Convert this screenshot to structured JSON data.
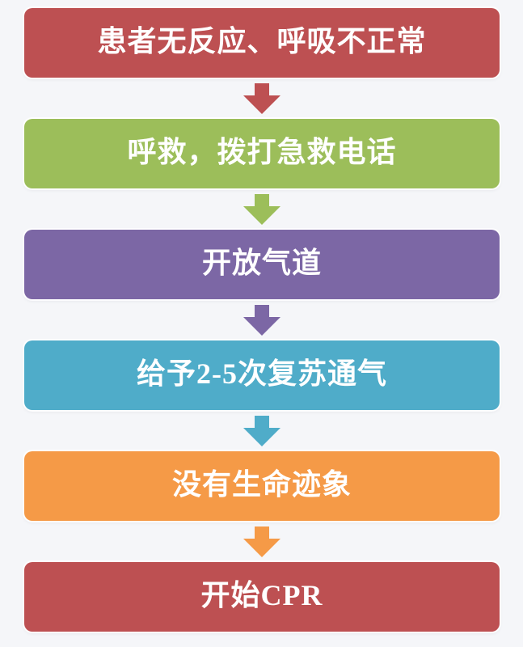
{
  "diagram": {
    "type": "flowchart",
    "title": "CPR steps flowchart",
    "direction": "top-down",
    "text_color": "#FFFFFF",
    "background_color": "#F5F6F9",
    "steps": [
      {
        "label": "患者无反应、呼吸不正常",
        "color": "#BD5052"
      },
      {
        "label": "呼救，拨打急救电话",
        "color": "#9CBE5A"
      },
      {
        "label": "开放气道",
        "color": "#7C67A5"
      },
      {
        "label": "给予2-5次复苏通气",
        "color": "#4FACC9"
      },
      {
        "label": "没有生命迹象",
        "color": "#F59A47"
      },
      {
        "label": "开始CPR",
        "color": "#BD5052"
      }
    ],
    "connectors": [
      {
        "from": 0,
        "to": 1,
        "shape": "block-arrow-down",
        "color": "#BD5052"
      },
      {
        "from": 1,
        "to": 2,
        "shape": "block-arrow-down",
        "color": "#9CBE5A"
      },
      {
        "from": 2,
        "to": 3,
        "shape": "block-arrow-down",
        "color": "#7C67A5"
      },
      {
        "from": 3,
        "to": 4,
        "shape": "block-arrow-down",
        "color": "#4FACC9"
      },
      {
        "from": 4,
        "to": 5,
        "shape": "block-arrow-down",
        "color": "#F59A47"
      }
    ]
  }
}
